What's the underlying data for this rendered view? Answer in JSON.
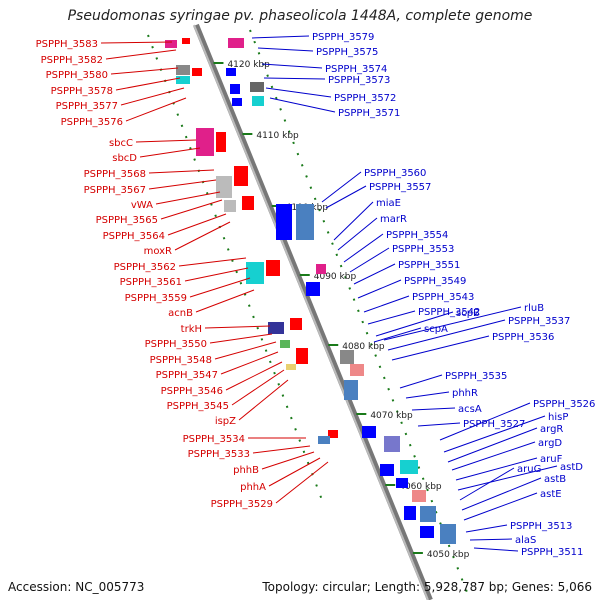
{
  "title": "Pseudomonas syringae pv. phaseolicola 1448A, complete genome",
  "footer": {
    "accession": "Accession: NC_005773",
    "summary": "Topology: circular; Length: 5,928,787 bp; Genes: 5,066"
  },
  "colors": {
    "left_label": "#d40000",
    "right_label": "#0000cc",
    "backbone": "#888888",
    "tick": "#1a7a1a"
  },
  "ticks": [
    "4120 kbp",
    "4110 kbp",
    "4100 kbp",
    "4090 kbp",
    "4080 kbp",
    "4070 kbp",
    "4060 kbp",
    "4050 kbp"
  ],
  "left_labels": [
    "PSPPH_3583",
    "PSPPH_3582",
    "PSPPH_3580",
    "PSPPH_3578",
    "PSPPH_3577",
    "PSPPH_3576",
    "sbcC",
    "sbcD",
    "PSPPH_3568",
    "PSPPH_3567",
    "vWA",
    "PSPPH_3565",
    "PSPPH_3564",
    "moxR",
    "PSPPH_3562",
    "PSPPH_3561",
    "PSPPH_3559",
    "acnB",
    "trkH",
    "PSPPH_3550",
    "PSPPH_3548",
    "PSPPH_3547",
    "PSPPH_3546",
    "PSPPH_3545",
    "ispZ",
    "PSPPH_3534",
    "PSPPH_3533",
    "phhB",
    "phhA",
    "PSPPH_3529"
  ],
  "right_labels": [
    "PSPPH_3579",
    "PSPPH_3575",
    "PSPPH_3574",
    "PSPPH_3573",
    "PSPPH_3572",
    "PSPPH_3571",
    "PSPPH_3560",
    "PSPPH_3557",
    "miaE",
    "marR",
    "PSPPH_3554",
    "PSPPH_3553",
    "PSPPH_3551",
    "PSPPH_3549",
    "PSPPH_3543",
    "PSPPH_3542",
    "scpB",
    "rluB",
    "scpA",
    "PSPPH_3537",
    "PSPPH_3536",
    "PSPPH_3535",
    "phhR",
    "acsA",
    "PSPPH_3527",
    "PSPPH_3526",
    "hisP",
    "argR",
    "argD",
    "aruF",
    "astD",
    "aruG",
    "astB",
    "astE",
    "PSPPH_3513",
    "alaS",
    "PSPPH_3511"
  ]
}
